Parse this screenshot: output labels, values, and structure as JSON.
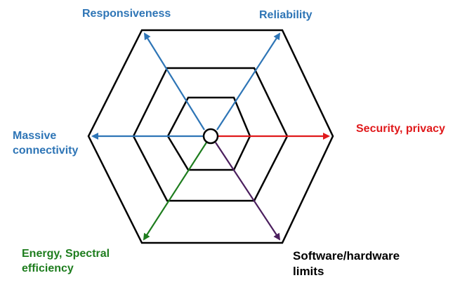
{
  "axes": [
    {
      "id": "responsiveness",
      "label": "Responsiveness",
      "color": "#2e75b6"
    },
    {
      "id": "reliability",
      "label": "Reliability",
      "color": "#2e75b6"
    },
    {
      "id": "massive",
      "label": "Massive\nconnectivity",
      "color": "#2e75b6"
    },
    {
      "id": "security",
      "label": "Security, privacy",
      "color": "#e0191b"
    },
    {
      "id": "energy",
      "label": "Energy, Spectral\nefficiency",
      "color": "#1e7d1e"
    },
    {
      "id": "software",
      "label": "Software/hardware\nlimits",
      "color": "#000000"
    }
  ],
  "arrow_colors": {
    "blue": "#2e75b6",
    "red": "#e0191b",
    "green": "#1e7d1e",
    "purple": "#4b1f5e"
  },
  "hexagon_rings": 3
}
